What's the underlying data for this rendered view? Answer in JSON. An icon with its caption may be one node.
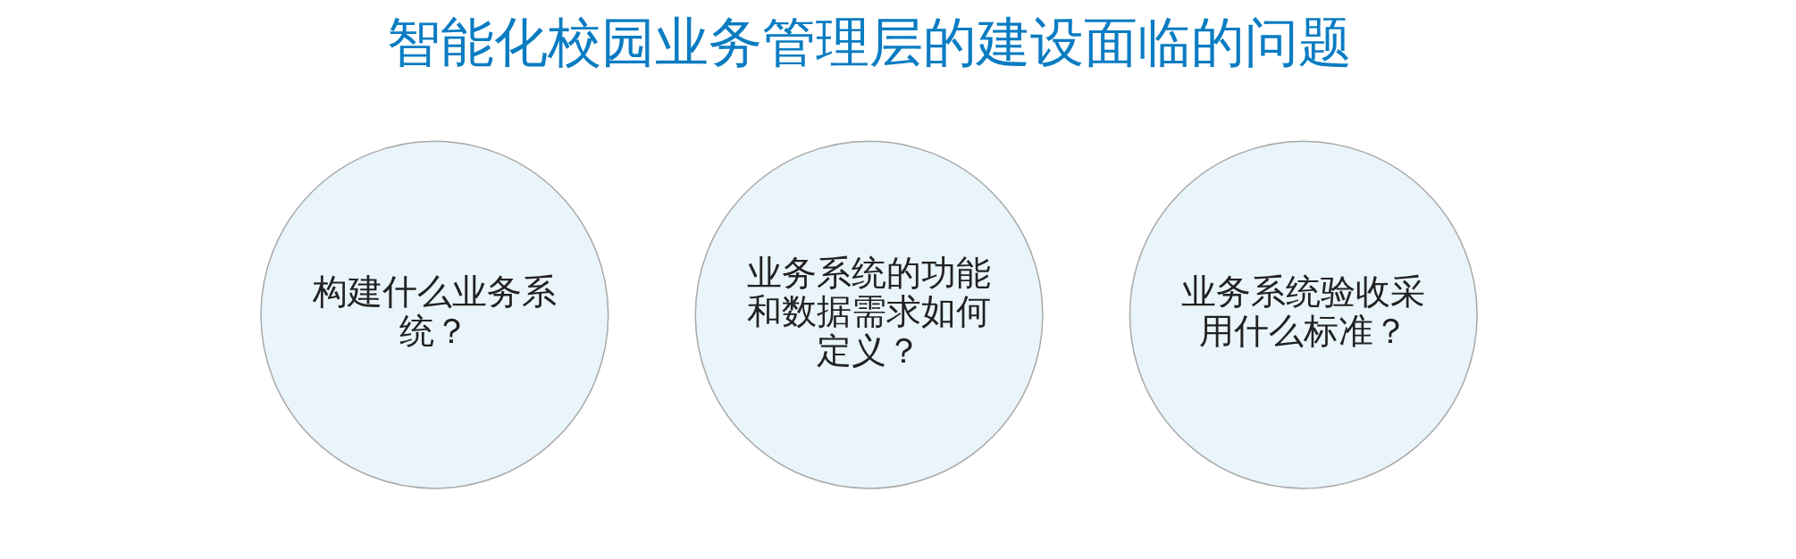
{
  "diagram": {
    "title": "智能化校园业务管理层的建设面临的问题",
    "nodes": [
      {
        "text": [
          "构建什么业务系统？"
        ]
      },
      {
        "text": [
          "业务系统的功能和数据需求如何定义？"
        ]
      },
      {
        "text": [
          "业务系统验收采用什么标准？"
        ]
      }
    ]
  }
}
